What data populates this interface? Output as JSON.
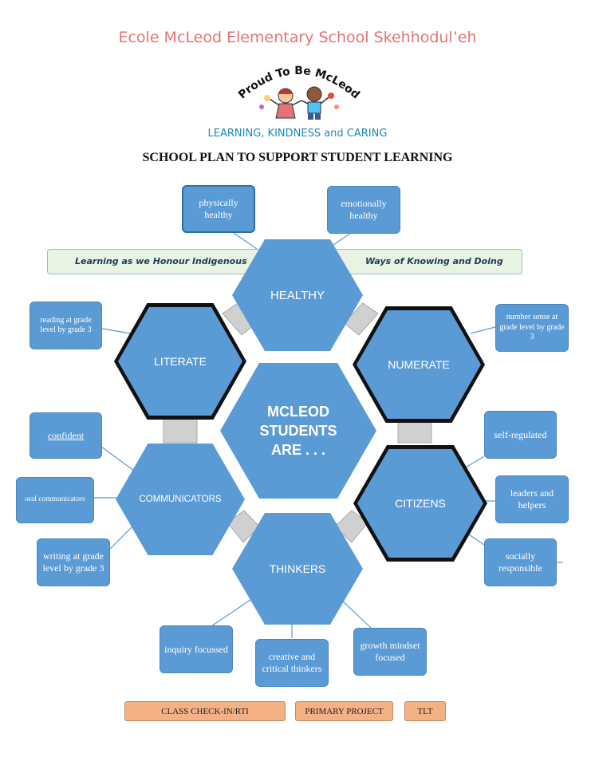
{
  "header": {
    "school_name": "Ecole McLeod Elementary School Skehhodul’eh",
    "logo_text": "Proud To Be McLeod",
    "tagline": "LEARNING, KINDNESS and CARING",
    "plan_title": "SCHOOL PLAN TO SUPPORT STUDENT LEARNING"
  },
  "banner": {
    "left_text": "Learning as we Honour Indigenous",
    "right_text": "Ways of Knowing and Doing"
  },
  "center": {
    "line1": "MCLEOD",
    "line2": "STUDENTS",
    "line3": "ARE . . ."
  },
  "hexagons": {
    "healthy": "HEALTHY",
    "literate": "LITERATE",
    "numerate": "NUMERATE",
    "communicators": "COMMUNICATORS",
    "citizens": "CITIZENS",
    "thinkers": "THINKERS"
  },
  "boxes": {
    "physically_healthy": "physically healthy",
    "emotionally_healthy": "emotionally healthy",
    "reading": "reading at grade level by grade 3",
    "number_sense": "number sense at grade level by grade 3",
    "confident": "confident",
    "oral": "oral communicators",
    "writing": "writing at grade level by grade 3",
    "self_regulated": "self-regulated",
    "leaders": "leaders and helpers",
    "socially": "socially responsible",
    "inquiry": "inquiry focussed",
    "creative": "creative and critical thinkers",
    "growth": "growth mindset focused"
  },
  "buttons": {
    "class_checkin": "CLASS CHECK-IN/RTI",
    "primary_project": "PRIMARY PROJECT",
    "tlt": "TLT"
  },
  "colors": {
    "hex_fill": "#5b9bd5",
    "box_fill": "#5b9bd5",
    "title_color": "#e57373",
    "tagline_color": "#1e88b8",
    "connector_grey": "#d0d0d0",
    "button_fill": "#f4b183"
  }
}
